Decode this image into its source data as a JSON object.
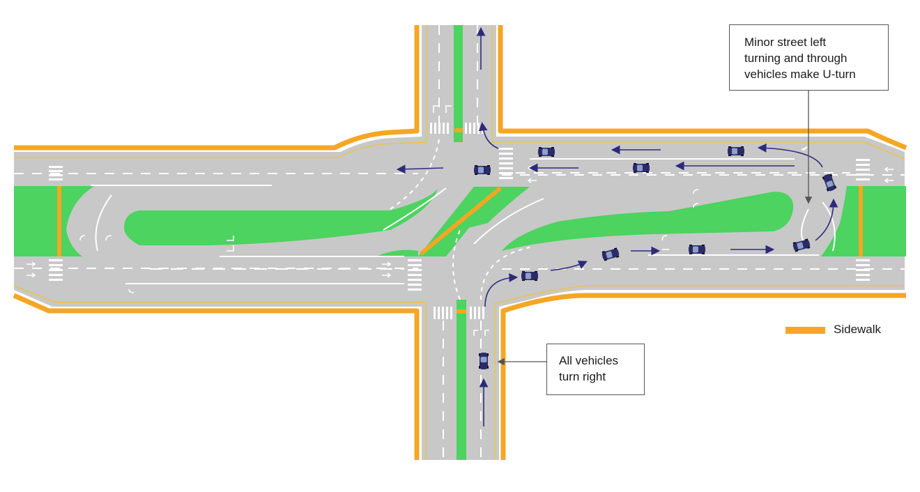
{
  "colors": {
    "road": "#c8c8c8",
    "median": "#4cd360",
    "sidewalk": "#f5a623",
    "edge_line": "#e8c54a",
    "lane_marking": "#ffffff",
    "vehicle": "#2b2b6b",
    "path_arrow": "#2e2a7a",
    "callout_border": "#555555",
    "text": "#1a1a1a"
  },
  "callouts": {
    "uturn": {
      "lines": [
        "Minor street left",
        "turning and through",
        "vehicles make U-turn"
      ]
    },
    "right_turn": {
      "lines": [
        "All vehicles",
        "turn right"
      ]
    }
  },
  "legend": {
    "sidewalk_label": "Sidewalk"
  },
  "icons": [
    "car-icon",
    "lane-arrow-icon",
    "path-arrow-icon"
  ]
}
